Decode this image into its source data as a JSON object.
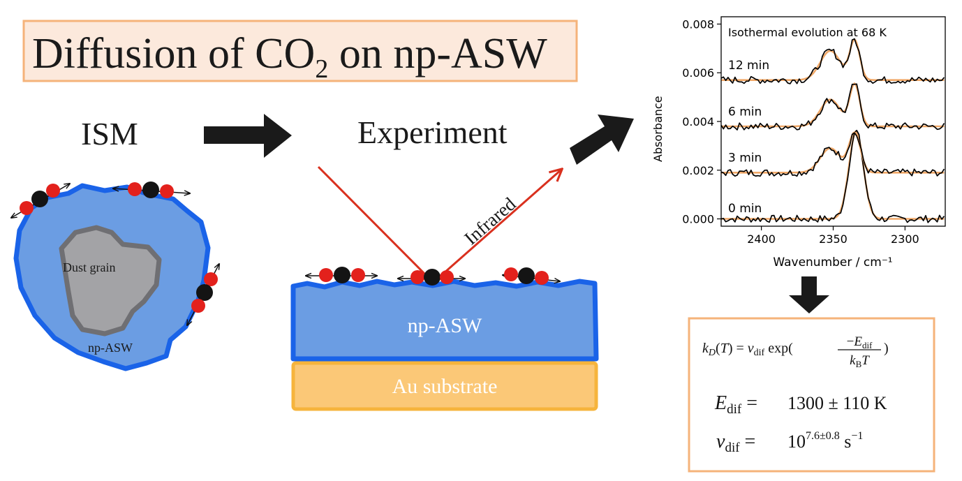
{
  "title": {
    "prefix": "Diffusion of CO",
    "subscript": "2",
    "suffix": " on np-ASW"
  },
  "labels": {
    "ism": "ISM",
    "experiment": "Experiment",
    "dust_grain": "Dust grain",
    "np_asw_grain": "np-ASW",
    "np_asw_layer": "np-ASW",
    "au_substrate": "Au substrate",
    "infrared": "Infrared"
  },
  "colors": {
    "title_box_fill": "#fce9dc",
    "title_box_border": "#f5b37a",
    "ice_blue": "#6b9de3",
    "ice_outline": "#1a63e8",
    "dust_gray": "#a3a3a6",
    "dust_outline": "#6f6f73",
    "gold_fill": "#fbc877",
    "gold_border": "#f6b43c",
    "oxygen_red": "#e3211c",
    "carbon_black": "#141414",
    "arrow_black": "#1a1a1a",
    "ir_red": "#d9301e",
    "fit_orange": "#f0a868",
    "formula_box_border": "#f5b37a"
  },
  "formulas": {
    "diffusion_rate": "k_D(T) = ν_dif exp(−E_dif / k_B T)",
    "e_dif_value": "1300 ± 110 K",
    "nu_dif_base": "10",
    "nu_dif_exponent": "7.6±0.8",
    "nu_dif_unit": "s",
    "nu_dif_unit_exp": "−1"
  },
  "chart_data": {
    "type": "line",
    "title": "Isothermal evolution at 68 K",
    "xlabel": "Wavenumber / cm⁻¹",
    "ylabel": "Absorbance",
    "xlim": [
      2428,
      2272
    ],
    "ylim": [
      -0.0003,
      0.0083
    ],
    "x_reversed": true,
    "x_ticks": [
      2400,
      2350,
      2300
    ],
    "y_ticks": [
      0.0,
      0.002,
      0.004,
      0.006,
      0.008
    ],
    "y_tick_labels": [
      "0.000",
      "0.002",
      "0.004",
      "0.006",
      "0.008"
    ],
    "grid": false,
    "series": [
      {
        "name": "0 min",
        "offset": 0.0,
        "peaks": [
          [
            2334,
            0.0036,
            5.0
          ]
        ]
      },
      {
        "name": "3 min",
        "offset": 0.0019,
        "peaks": [
          [
            2352,
            0.001,
            7.0
          ],
          [
            2335,
            0.0016,
            4.0
          ]
        ]
      },
      {
        "name": "6 min",
        "offset": 0.0038,
        "peaks": [
          [
            2352,
            0.0011,
            7.0
          ],
          [
            2335,
            0.0017,
            3.5
          ]
        ]
      },
      {
        "name": "12 min",
        "offset": 0.0057,
        "peaks": [
          [
            2352,
            0.0012,
            7.0
          ],
          [
            2335,
            0.0016,
            3.5
          ]
        ]
      }
    ]
  }
}
